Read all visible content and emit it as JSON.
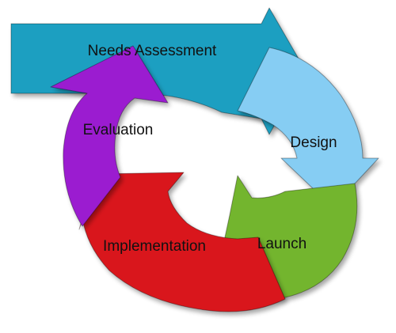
{
  "diagram": {
    "stages": [
      {
        "id": "needs-assessment",
        "label": "Needs Assessment",
        "color": "#1a9fc1"
      },
      {
        "id": "design",
        "label": "Design",
        "color": "#86cdf3"
      },
      {
        "id": "launch",
        "label": "Launch",
        "color": "#73b52d"
      },
      {
        "id": "implementation",
        "label": "Implementation",
        "color": "#d9151c"
      },
      {
        "id": "evaluation",
        "label": "Evaluation",
        "color": "#9b1fd0"
      }
    ]
  }
}
